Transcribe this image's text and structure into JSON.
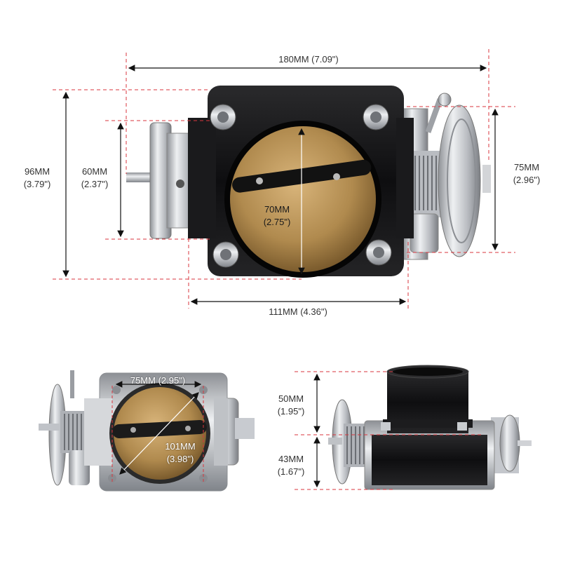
{
  "colors": {
    "dimension_line": "#d9363e",
    "arrow": "#111111",
    "black_anodized": "#141414",
    "brass_plate": "#b08a4e",
    "aluminum": "#c9ccd0"
  },
  "top_view": {
    "width_overall": "180MM (7.09\")",
    "height_body_mm": "96MM",
    "height_body_in": "(3.79\")",
    "height_inner_mm": "60MM",
    "height_inner_in": "(2.37\")",
    "bore_mm": "70MM",
    "bore_in": "(2.75\")",
    "right_height_mm": "75MM",
    "right_height_in": "(2.96\")",
    "width_body": "111MM (4.36\")"
  },
  "front_view": {
    "bolt_spacing": "75MM (2.95\")",
    "diag_mm": "101MM",
    "diag_in": "(3.98\")"
  },
  "side_view": {
    "upper_mm": "50MM",
    "upper_in": "(1.95\")",
    "lower_mm": "43MM",
    "lower_in": "(1.67\")"
  }
}
